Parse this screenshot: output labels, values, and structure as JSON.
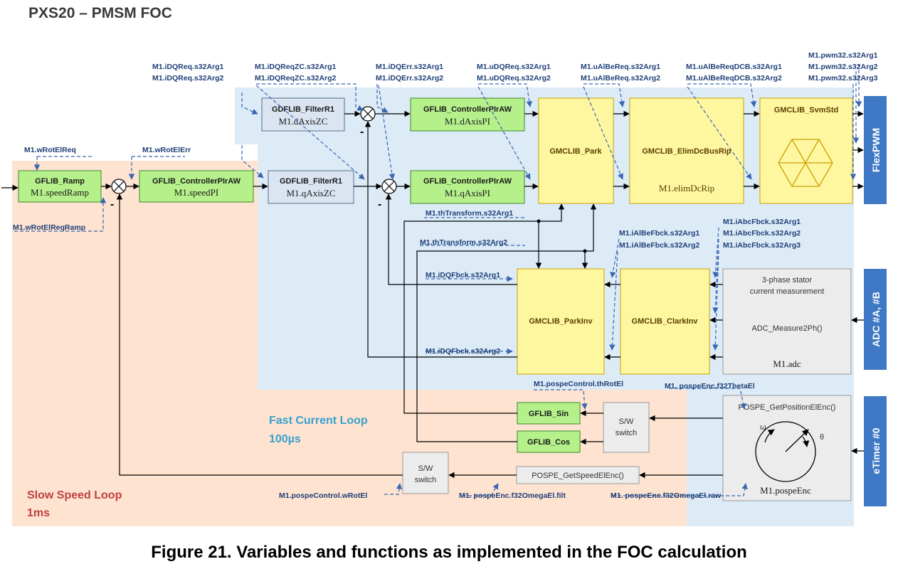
{
  "title": "PXS20 – PMSM FOC",
  "caption": "Figure 21. Variables and functions as implemented in the FOC calculation",
  "regions": {
    "fast_loop": {
      "name": "Fast Current Loop",
      "period": "100µs"
    },
    "slow_loop": {
      "name": "Slow Speed Loop",
      "period": "1ms"
    }
  },
  "blocks": {
    "ramp": {
      "name": "GFLIB_Ramp",
      "var": "M1.speedRamp"
    },
    "speed_pi": {
      "name": "GFLIB_ControllerPIrAW",
      "var": "M1.speedPI"
    },
    "filter_d": {
      "name": "GDFLIB_FilterR1",
      "var": "M1.dAxisZC"
    },
    "filter_q": {
      "name": "GDFLIB_FilterR1",
      "var": "M1.qAxisZC"
    },
    "d_pi": {
      "name": "GFLIB_ControllerPIrAW",
      "var": "M1.dAxisPI"
    },
    "q_pi": {
      "name": "GFLIB_ControllerPIrAW",
      "var": "M1.qAxisPI"
    },
    "park": {
      "name": "GMCLIB_Park"
    },
    "elim": {
      "name": "GMCLIB_ElimDcBusRip",
      "var": "M1.elimDcRip"
    },
    "svm": {
      "name": "GMCLIB_SvmStd"
    },
    "park_inv": {
      "name": "GMCLIB_ParkInv"
    },
    "clark_inv": {
      "name": "GMCLIB_ClarkInv"
    },
    "adc": {
      "line1": "3-phase stator",
      "line2": "current measurement",
      "func": "ADC_Measure2Ph()",
      "var": "M1.adc"
    },
    "sin": {
      "name": "GFLIB_Sin"
    },
    "cos": {
      "name": "GFLIB_Cos"
    },
    "sw_fast": {
      "line1": "S/W",
      "line2": "switch"
    },
    "sw_slow": {
      "line1": "S/W",
      "line2": "switch"
    },
    "get_speed": {
      "name": "POSPE_GetSpeedElEnc()"
    },
    "get_pos": {
      "name": "POSPE_GetPositionElEnc()",
      "var": "M1.pospeEnc",
      "omega": "ω",
      "theta": "θ"
    }
  },
  "peripherals": {
    "flexpwm": "FlexPWM",
    "adc": "ADC #A, #B",
    "etimer": "eTimer #0"
  },
  "minus_sign": "-",
  "labels": {
    "wRotElReq": "M1.wRotElReq",
    "wRotElErr": "M1.wRotElErr",
    "wRotElReqRamp": "M1.wRotElReqRamp",
    "iDQReq1": "M1.iDQReq.s32Arg1",
    "iDQReq2": "M1.iDQReq.s32Arg2",
    "iDQReqZC1": "M1.iDQReqZC.s32Arg1",
    "iDQReqZC2": "M1.iDQReqZC.s32Arg2",
    "iDQErr1": "M1.iDQErr.s32Arg1",
    "iDQErr2": "M1.iDQErr.s32Arg2",
    "uDQReq1": "M1.uDQReq.s32Arg1",
    "uDQReq2": "M1.uDQReq.s32Arg2",
    "uAlBeReq1": "M1.uAlBeReq.s32Arg1",
    "uAlBeReq2": "M1.uAlBeReq.s32Arg2",
    "uAlBeReqDCB1": "M1.uAlBeReqDCB.s32Arg1",
    "uAlBeReqDCB2": "M1.uAlBeReqDCB.s32Arg2",
    "pwm1": "M1.pwm32.s32Arg1",
    "pwm2": "M1.pwm32.s32Arg2",
    "pwm3": "M1.pwm32.s32Arg3",
    "thTransform1": "M1.thTransform.s32Arg1",
    "thTransform2": "M1.thTransform.s32Arg2",
    "iAlBeFbck1": "M1.iAlBeFbck.s32Arg1",
    "iAlBeFbck2": "M1.iAlBeFbck.s32Arg2",
    "iAbcFbck1": "M1.iAbcFbck.s32Arg1",
    "iAbcFbck2": "M1.iAbcFbck.s32Arg2",
    "iAbcFbck3": "M1.iAbcFbck.s32Arg3",
    "iDQFbck1": "M1.iDQFbck.s32Arg1",
    "iDQFbck2": "M1.iDQFbck.s32Arg2",
    "thRotEl": "M1.pospeControl.thRotEl",
    "thetaEl": "M1. pospeEnc.f32ThetaEl",
    "wRotEl": "M1.pospeControl.wRotEl",
    "omegaFilt": "M1. pospeEnc.f32OmegaEl.filt",
    "omegaRaw": "M1. pospeEnc.f32OmegaEl.raw"
  }
}
